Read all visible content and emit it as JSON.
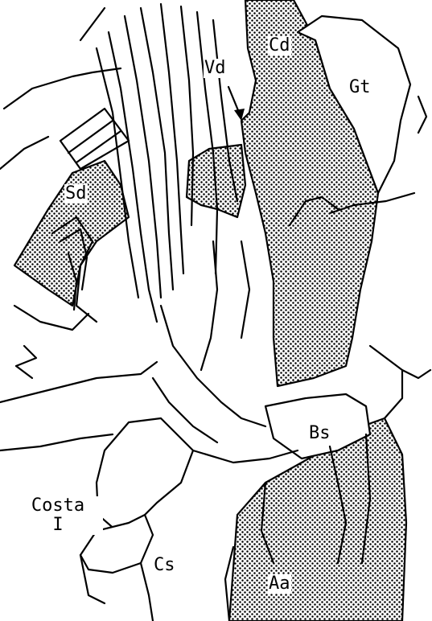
{
  "labels": {
    "cd": "Cd",
    "vd": "Vd",
    "gt": "Gt",
    "sd": "Sd",
    "bs": "Bs",
    "costa_line1": "Costa",
    "costa_line2": "I",
    "cs": "Cs",
    "aa": "Aa"
  }
}
